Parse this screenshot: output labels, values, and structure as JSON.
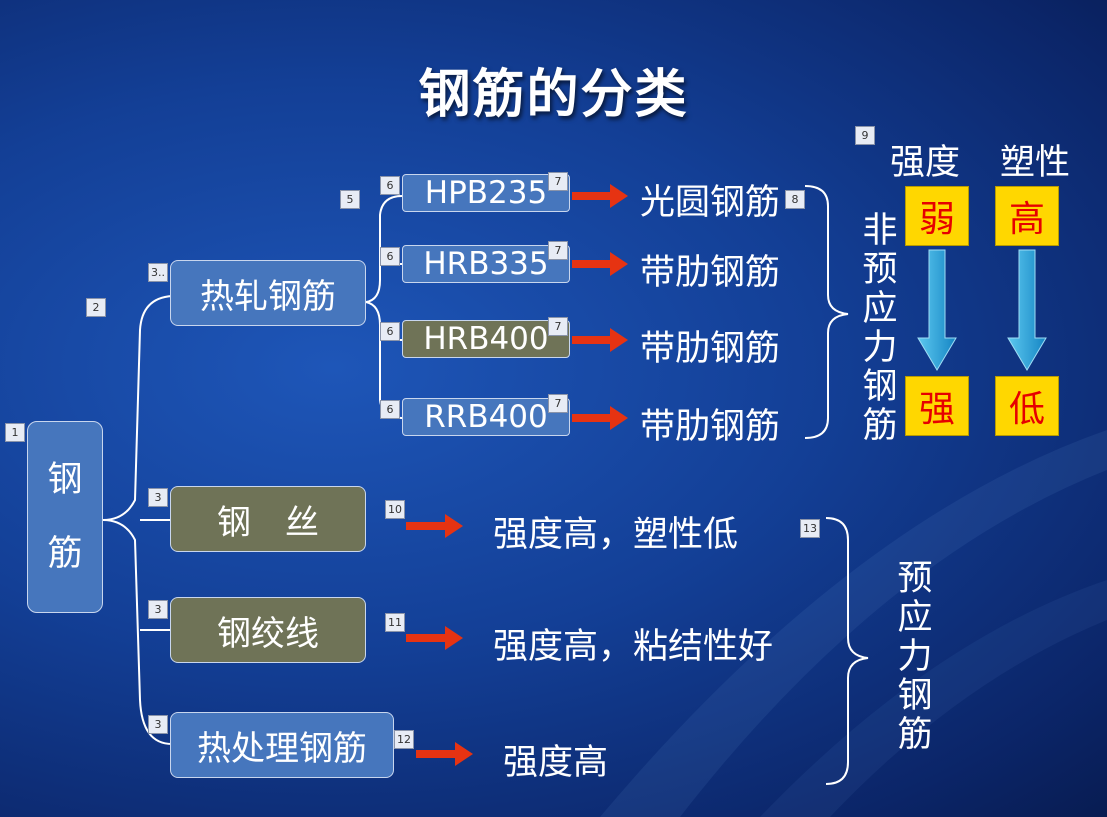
{
  "title": "钢筋的分类",
  "root": {
    "label_1": "钢",
    "label_2": "筋"
  },
  "categories": [
    {
      "label": "热轧钢筋"
    },
    {
      "label": "钢　丝"
    },
    {
      "label": "钢绞线"
    },
    {
      "label": "热处理钢筋"
    }
  ],
  "grades": [
    {
      "label": "HPB235",
      "desc": "光圆钢筋"
    },
    {
      "label": "HRB335",
      "desc": "带肋钢筋"
    },
    {
      "label": "HRB400",
      "desc": "带肋钢筋"
    },
    {
      "label": "RRB400",
      "desc": "带肋钢筋"
    }
  ],
  "properties": {
    "wire": "强度高，塑性低",
    "strand": "强度高，粘结性好",
    "heat_treated": "强度高"
  },
  "group_labels": {
    "non_prestressed": [
      "非",
      "预",
      "应",
      "力",
      "钢",
      "筋"
    ],
    "prestressed": [
      "预",
      "应",
      "力",
      "钢",
      "筋"
    ]
  },
  "legend": {
    "strength_header": "强度",
    "plasticity_header": "塑性",
    "strength_top": "弱",
    "strength_bottom": "强",
    "plasticity_top": "高",
    "plasticity_bottom": "低"
  },
  "markers": {
    "m1": "1",
    "m2": "2",
    "m3a": "3..",
    "m3": "3",
    "m5": "5",
    "m6": "6",
    "m7": "7",
    "m8": "8",
    "m9": "9",
    "m10": "10",
    "m11": "11",
    "m12": "12",
    "m13": "13"
  },
  "colors": {
    "background": "#133f96",
    "box_blue": "#4676bd",
    "box_olive": "#6f7357",
    "arrow_red": "#e63312",
    "highlight_yellow": "#ffd700",
    "highlight_text": "#e60000",
    "down_arrow": "#1fa3d8"
  }
}
